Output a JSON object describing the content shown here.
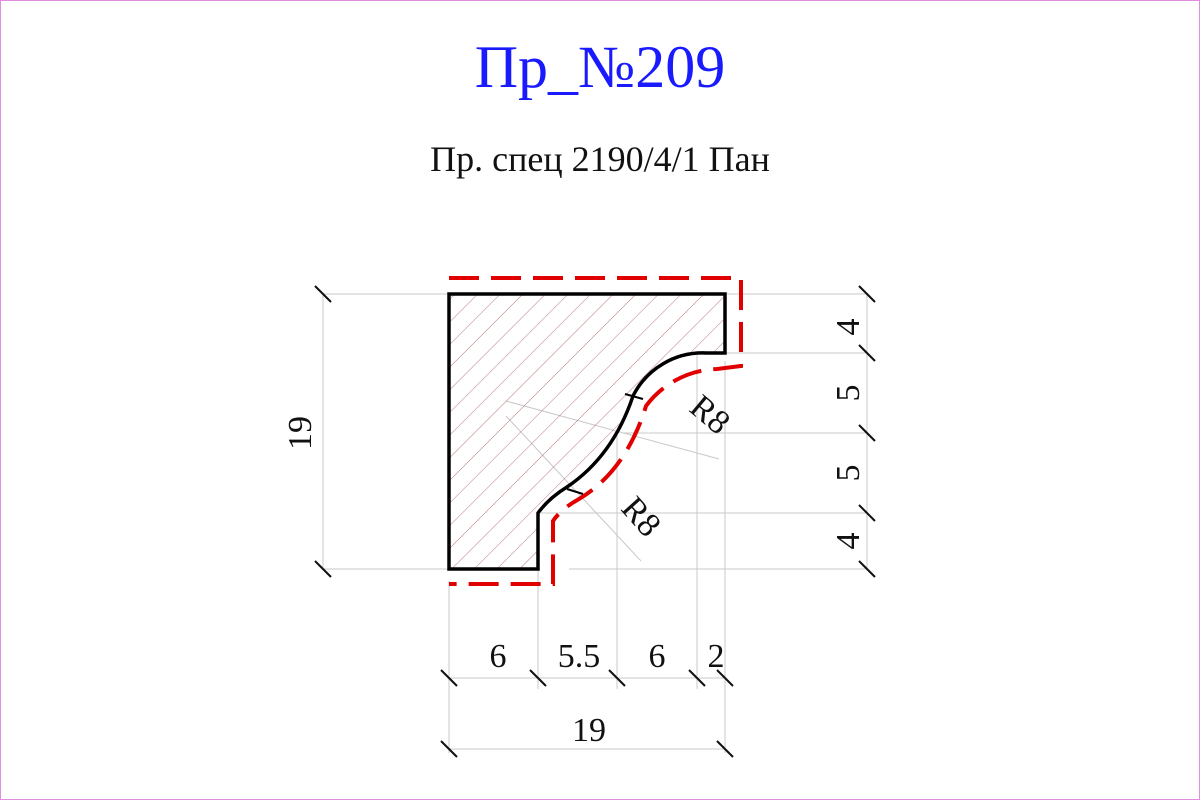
{
  "title": "Пр_№209",
  "subtitle": "Пр. спец 2190/4/1  Пан",
  "dimensions": {
    "height_total": "19",
    "right_top": "4",
    "right_upper_mid": "5",
    "right_lower_mid": "5",
    "right_bottom": "4",
    "bottom_seg_1": "6",
    "bottom_seg_2": "5.5",
    "bottom_seg_3": "6",
    "bottom_seg_4": "2",
    "width_total": "19",
    "radius_upper": "R8",
    "radius_lower": "R8"
  },
  "colors": {
    "title": "#1a1aff",
    "profile_outline": "#000000",
    "cut_line": "#e00000",
    "hatch": "#b06a6a",
    "page_border": "#e08ce0",
    "extension_lines": "#c8c8c8"
  }
}
